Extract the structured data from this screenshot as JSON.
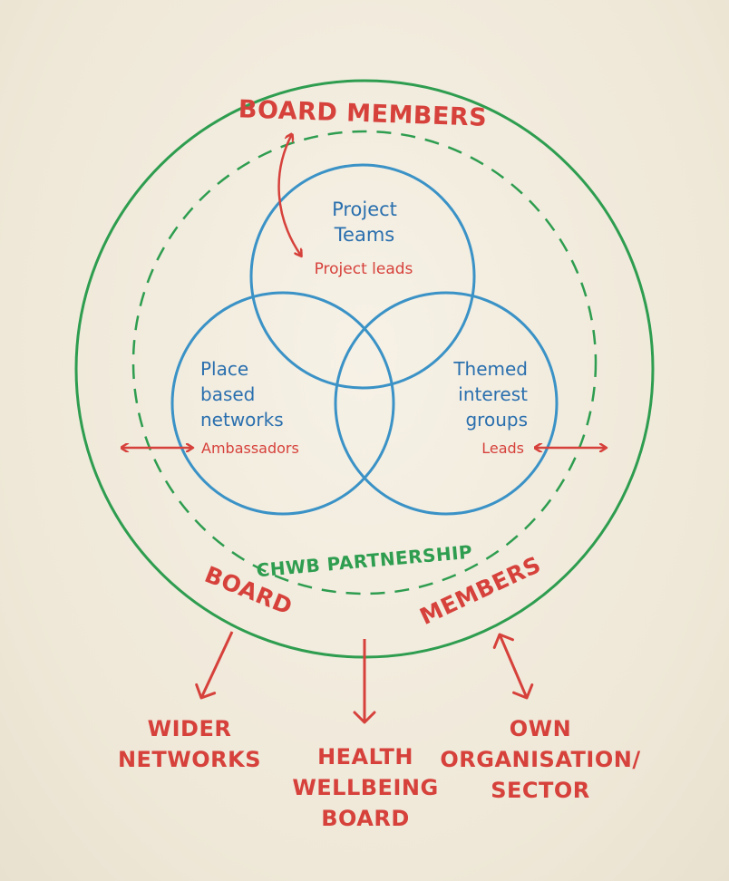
{
  "outer_ring": {
    "top_label": "BOARD MEMBERS",
    "bottom_left_label": "BOARD",
    "bottom_right_label": "MEMBERS"
  },
  "inner_ring": {
    "label": "CHWB PARTNERSHIP"
  },
  "circles": {
    "top": {
      "title_line1": "Project",
      "title_line2": "Teams",
      "lead_label": "Project leads"
    },
    "left": {
      "title_line1": "Place",
      "title_line2": "based",
      "title_line3": "networks",
      "lead_label": "Ambassadors"
    },
    "right": {
      "title_line1": "Themed",
      "title_line2": "interest",
      "title_line3": "groups",
      "lead_label": "Leads"
    }
  },
  "outputs": {
    "left": {
      "line1": "WIDER",
      "line2": "NETWORKS"
    },
    "center": {
      "line1": "HEALTH",
      "line2": "WELLBEING",
      "line3": "BOARD"
    },
    "right": {
      "line1": "OWN",
      "line2": "ORGANISATION/",
      "line3": "SECTOR"
    }
  },
  "colors": {
    "red": "#d6413b",
    "blue": "#2a6fae",
    "circle_blue": "#3a92c6",
    "green": "#2e9d4f",
    "background": "#f3ede0"
  }
}
